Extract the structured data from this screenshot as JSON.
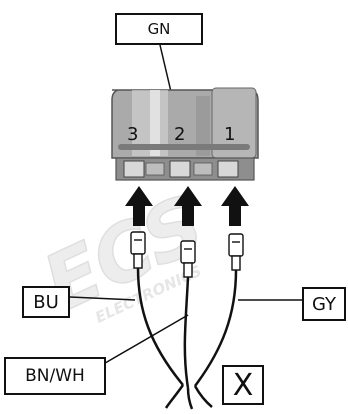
{
  "connector": {
    "color_label": "GN",
    "pins": [
      "3",
      "2",
      "1"
    ]
  },
  "wires": {
    "left": "BU",
    "middle": "BN/WH",
    "right": "GY"
  },
  "callout": "X",
  "watermark": {
    "logo": "ECS",
    "text": "ELECTRONICS"
  },
  "colors": {
    "outline": "#111111",
    "connector": "#a8a8a8",
    "watermark": "#e6e6e6"
  }
}
